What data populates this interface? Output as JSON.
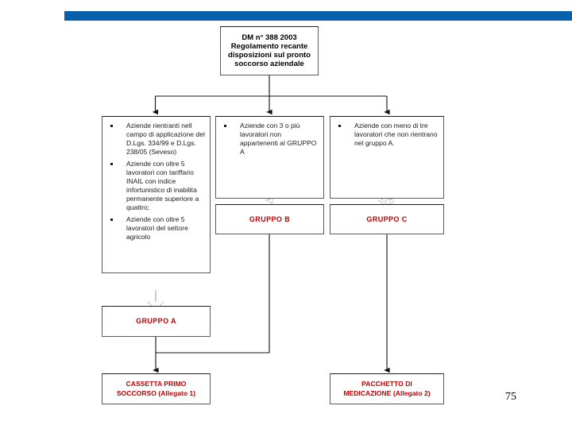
{
  "slide": {
    "page_number": "75",
    "accent_bar_color": "#0860ab",
    "box_border_color": "#5a5a5a",
    "group_text_color": "#c00000",
    "title_text_color": "#000000"
  },
  "title_box": {
    "lines": [
      "DM n° 388 2003",
      "Regolamento recante",
      "disposizioni sul pronto",
      "soccorso aziendale"
    ]
  },
  "criteria": [
    {
      "id": "crit-a",
      "bullets": [
        "Aziende rientranti nell campo di applicazione del D.Lgs. 334/99 e D.Lgs. 238/05 (Seveso)",
        "Aziende con oltre 5 lavoratori con tariffario INAIL con indice infortunistico di inabilita permanente superiore a quattro;",
        "Aziende con oltre 5 lavoratori del settore agricolo"
      ]
    },
    {
      "id": "crit-b",
      "bullets": [
        "Aziende con 3 o più lavoratori non appartenenti al GRUPPO A"
      ]
    },
    {
      "id": "crit-c",
      "bullets": [
        "Aziende con meno di tre lavoratori che non rientrano nel gruppo A."
      ]
    }
  ],
  "groups": {
    "group_a": "GRUPPO A",
    "group_b": "GRUPPO B",
    "group_c": "GRUPPO C"
  },
  "outcomes": {
    "left": {
      "lines": [
        "CASSETTA PRIMO",
        "SOCCORSO (Allegato 1)"
      ]
    },
    "right": {
      "lines": [
        "PACCHETTO DI",
        "MEDICAZIONE (Allegato 2)"
      ]
    }
  }
}
